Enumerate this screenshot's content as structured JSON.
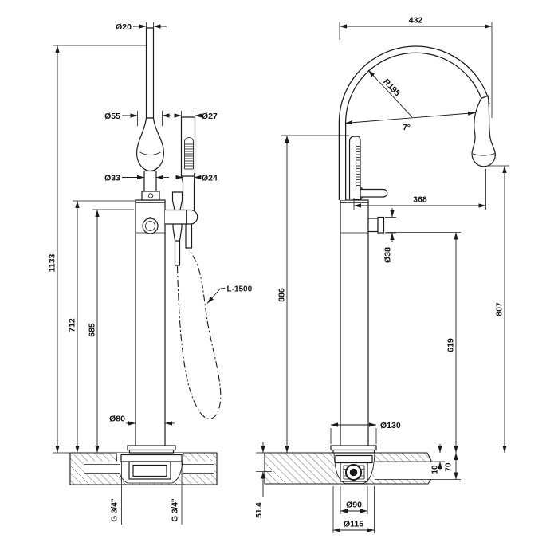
{
  "page": {
    "background": "#ffffff",
    "line_color": "#1a1a1a"
  },
  "views": {
    "front": {
      "name": "front-view",
      "dims": {
        "d20": "Ø20",
        "d55": "Ø55",
        "d27": "Ø27",
        "d33": "Ø33",
        "d24": "Ø24",
        "h1133": "1133",
        "h712": "712",
        "h685": "685",
        "hose_length": "L-1500",
        "d80": "Ø80",
        "g_left": "G 3/4\"",
        "g_right": "G 3/4\""
      }
    },
    "side": {
      "name": "side-view",
      "dims": {
        "w432": "432",
        "radius": "R195",
        "angle": "7°",
        "w368": "368",
        "d38": "Ø38",
        "h886": "886",
        "h619": "619",
        "h807": "807",
        "d130": "Ø130",
        "s10": "10",
        "s70": "70",
        "s514": "51.4",
        "d90": "Ø90",
        "d115": "Ø115"
      }
    }
  }
}
